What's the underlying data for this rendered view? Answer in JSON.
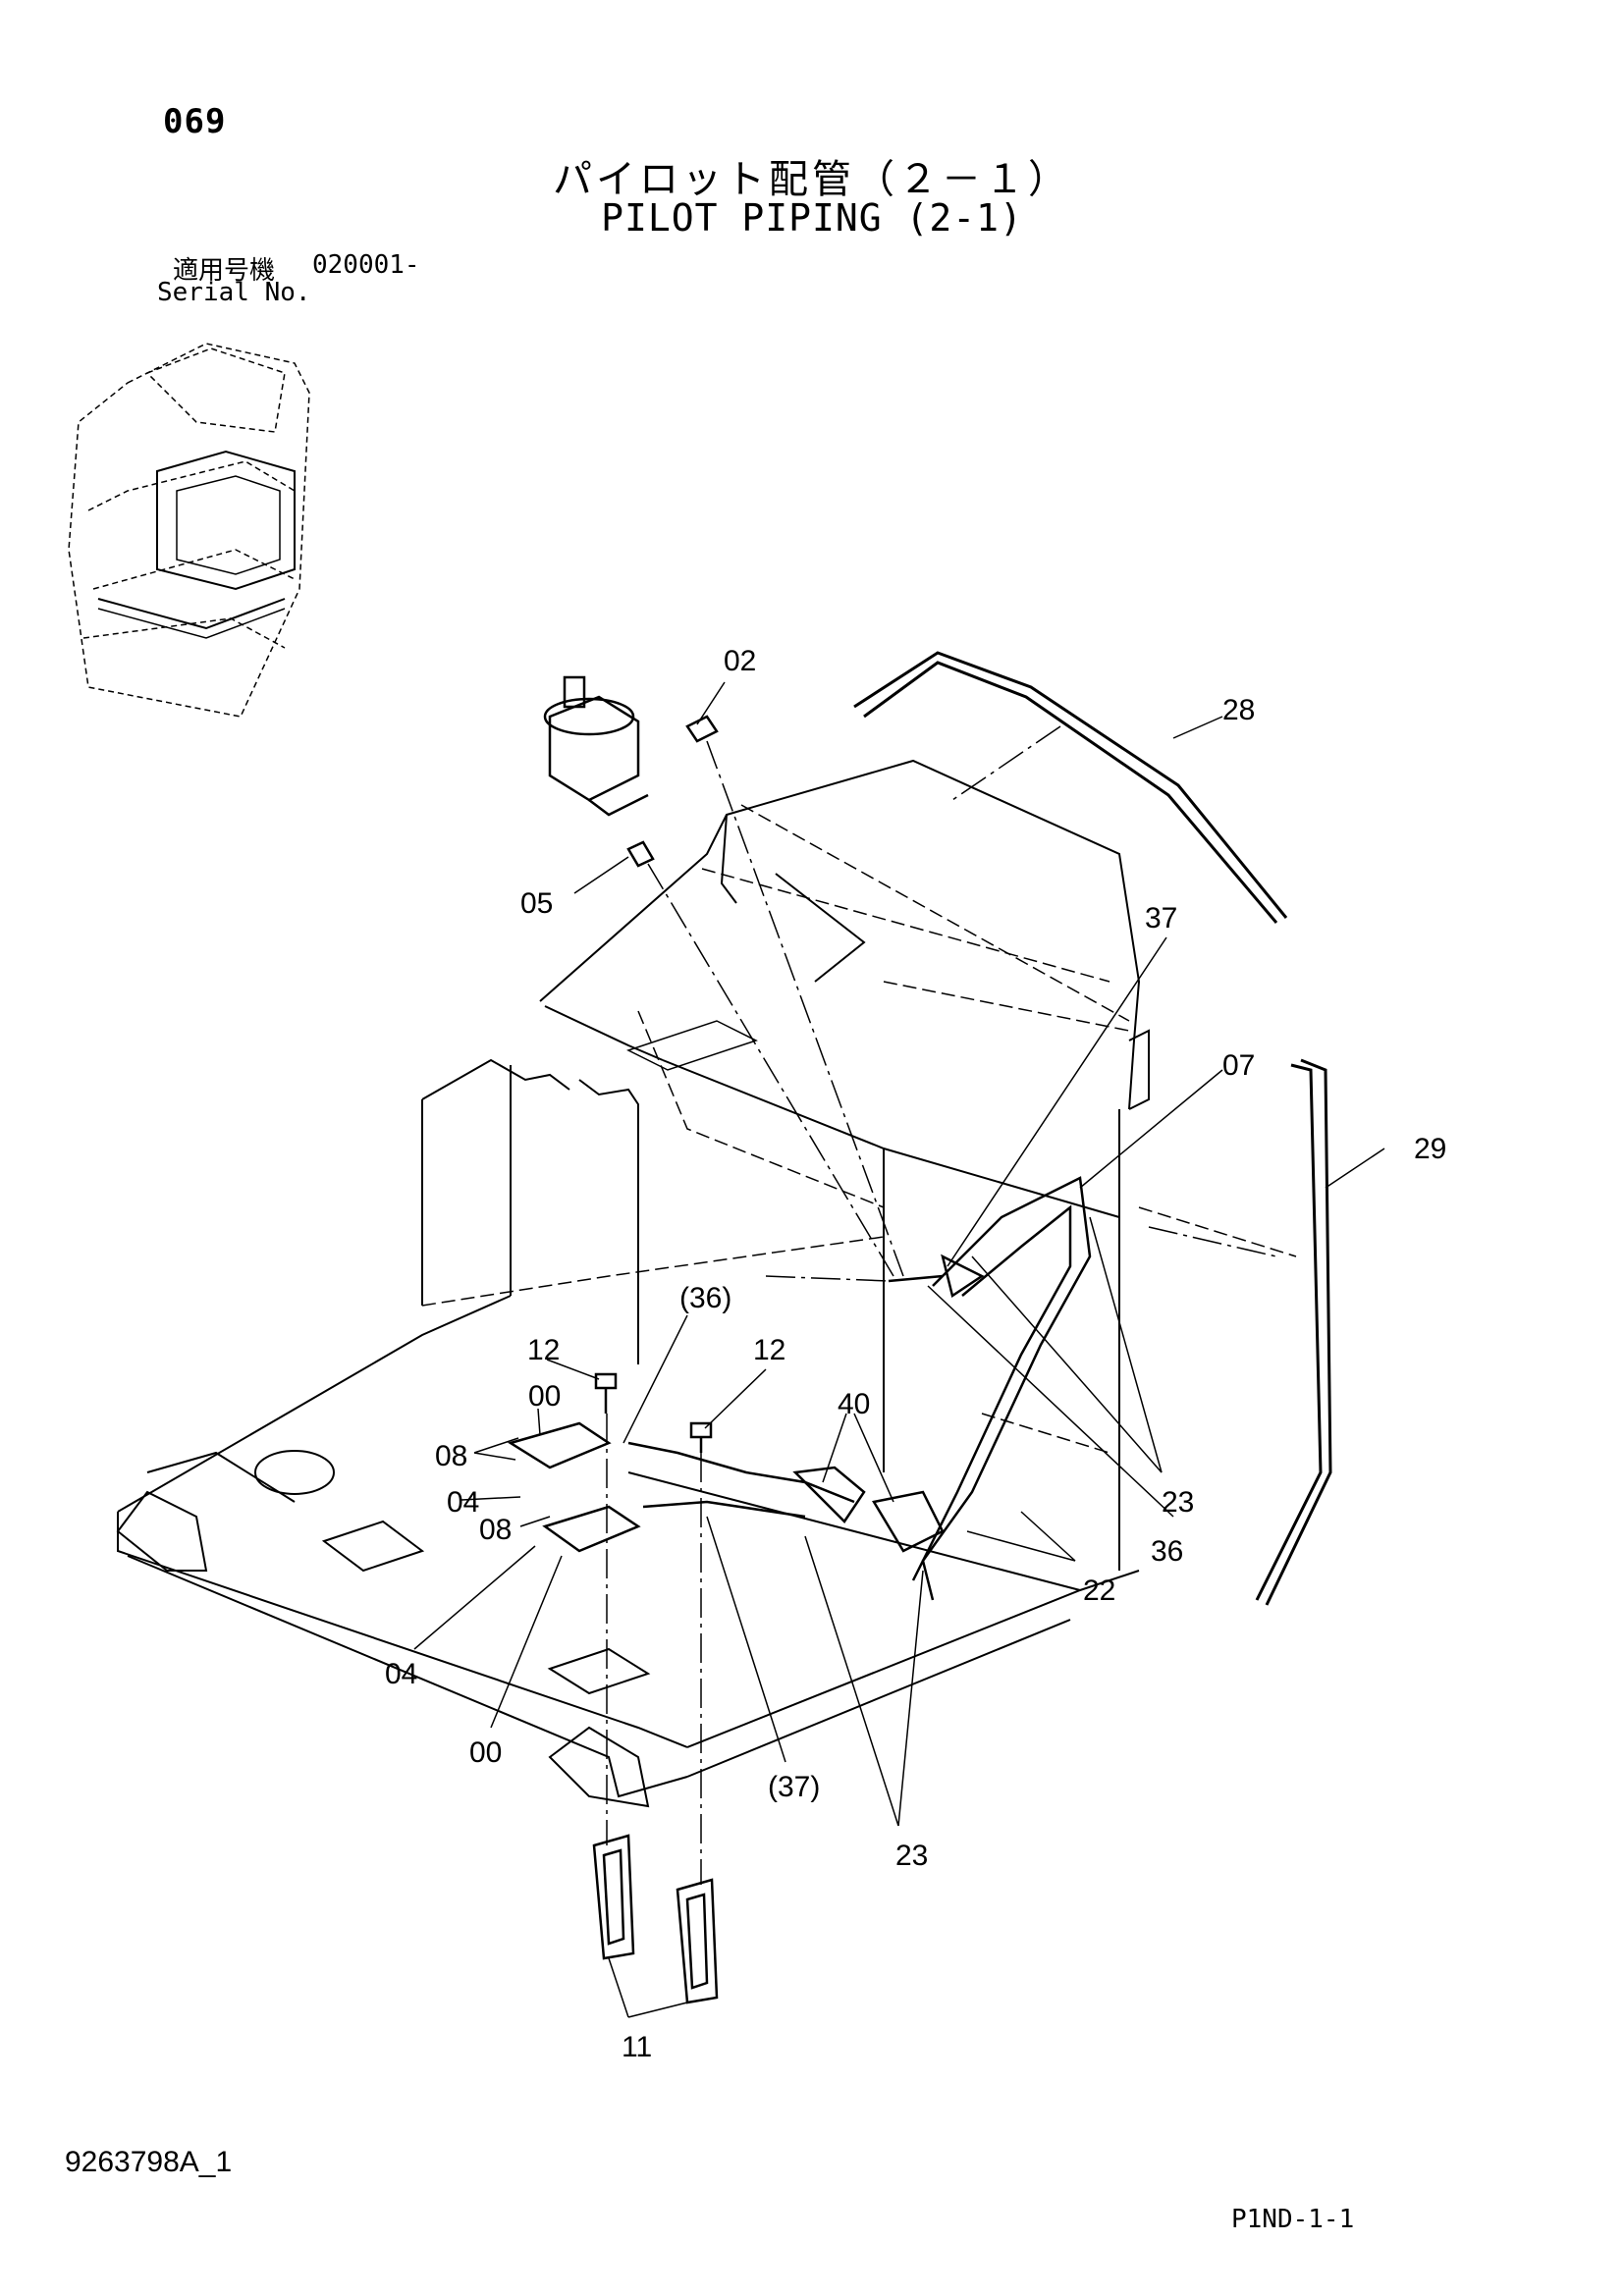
{
  "header": {
    "page_number": "069",
    "title_jp": "パイロット配管（２－１）",
    "title_en": "PILOT PIPING (2-1)",
    "serial_label_jp": "適用号機",
    "serial_value": "020001-",
    "serial_label_en": "Serial No."
  },
  "callouts": {
    "c02": "02",
    "c28": "28",
    "c05": "05",
    "c37_top": "37",
    "c07": "07",
    "c29": "29",
    "c36_paren": "(36)",
    "c12_left": "12",
    "c12_right": "12",
    "c00_top": "00",
    "c40": "40",
    "c08_top": "08",
    "c04_top": "04",
    "c08_bottom": "08",
    "c23_right": "23",
    "c36": "36",
    "c22": "22",
    "c04_bottom": "04",
    "c00_bottom": "00",
    "c37_paren": "(37)",
    "c23_bottom": "23",
    "c11": "11"
  },
  "footer": {
    "drawing_number": "9263798A_1",
    "sheet_id": "P1ND-1-1"
  }
}
